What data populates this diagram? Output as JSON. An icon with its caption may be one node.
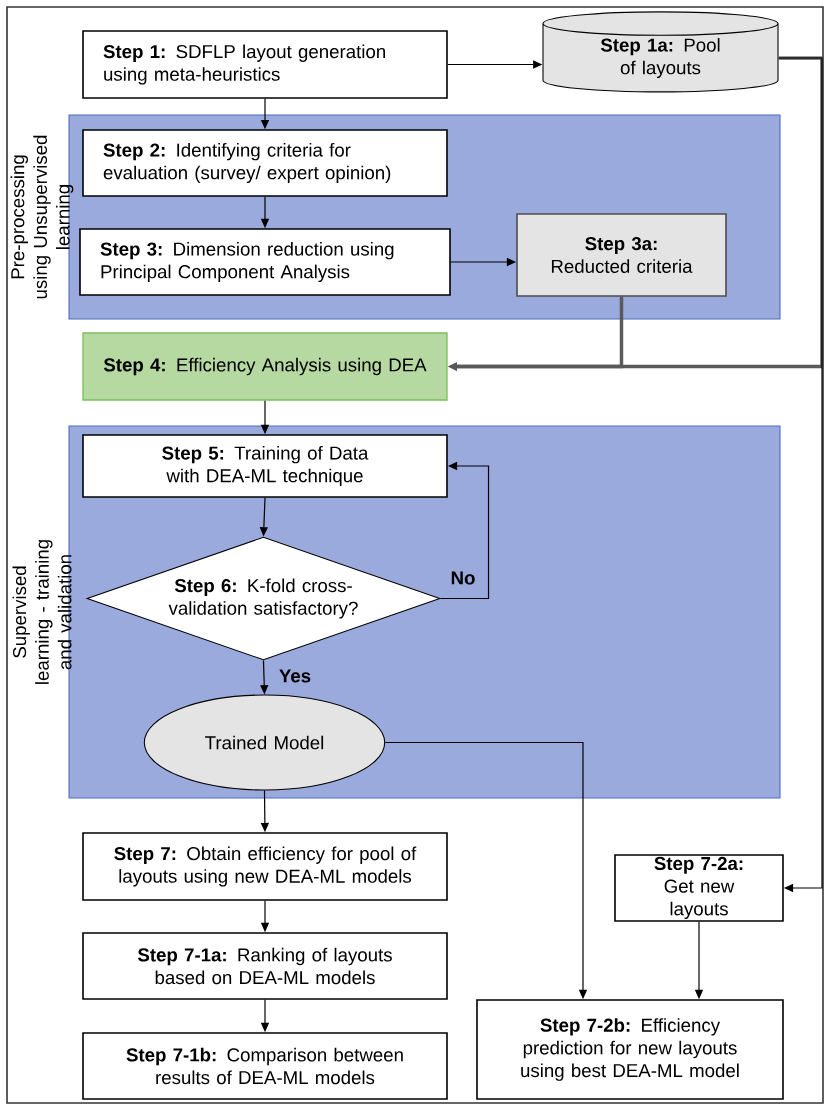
{
  "diagram": {
    "nodes": [
      {
        "text": [
          "**Step 1:** SDFLP layout generation using meta-heuristics"
        ]
      },
      {
        "text": [
          "**Step 1a:** Pool of layouts"
        ]
      },
      {
        "text": [
          "Pre-processing using Unsupervised learning"
        ]
      },
      {
        "text": [
          "**Step 2:** Identifying criteria for evaluation (survey/ expert opinion)"
        ],
        "in": 2
      },
      {
        "text": [
          "**Step 3:** Dimension reduction using Principal Component Analysis"
        ],
        "in": 2
      },
      {
        "text": [
          "**Step 3a:** Reducted criteria"
        ],
        "in": 2
      },
      {
        "text": [
          "**Step 4:** Efficiency Analysis using DEA"
        ]
      },
      {
        "text": [
          "Supervised learning - training and validation"
        ]
      },
      {
        "text": [
          "**Step 5:** Training of Data with DEA-ML technique"
        ],
        "in": 7
      },
      {
        "text": [
          "**Step 6:** K-fold cross-validation satisfactory?"
        ],
        "in": 7
      },
      {
        "text": [
          "Trained Model"
        ],
        "in": 7
      },
      {
        "text": [
          "**Step 7:** Obtain efficiency for pool of layouts using new DEA-ML models"
        ]
      },
      {
        "text": [
          "**Step 7-2a:** Get new layouts"
        ]
      },
      {
        "text": [
          "**Step 7-1a:** Ranking of layouts based on DEA-ML models"
        ]
      },
      {
        "text": [
          "**Step 7-2b:** Efficiency prediction for new layouts using best DEA-ML model"
        ]
      },
      {
        "text": [
          "**Step 7-1b:** Comparison between results of DEA-ML models"
        ]
      }
    ],
    "edges": [
      {
        "from": 0,
        "to": 1,
        "arrow": "to"
      },
      {
        "from": 0,
        "to": 3,
        "arrow": "to"
      },
      {
        "from": 3,
        "to": 4,
        "arrow": "to"
      },
      {
        "from": 4,
        "to": 5,
        "arrow": "to"
      },
      {
        "from": 5,
        "to": 6,
        "arrow": "to",
        "style": "thick",
        "color": "#595959"
      },
      {
        "from": 1,
        "to": 6,
        "arrow": "to",
        "style": "thick",
        "color": "#595959"
      },
      {
        "from": 1,
        "to": 12,
        "arrow": "to"
      },
      {
        "from": 6,
        "to": 8,
        "arrow": "to"
      },
      {
        "from": 8,
        "to": 9,
        "arrow": "to"
      },
      {
        "from": 9,
        "to": 8,
        "arrow": "to",
        "label": "No"
      },
      {
        "from": 9,
        "to": 10,
        "arrow": "to",
        "label": "Yes"
      },
      {
        "from": 10,
        "to": 11,
        "arrow": "to"
      },
      {
        "from": 10,
        "to": 14,
        "arrow": "to"
      },
      {
        "from": 11,
        "to": 13,
        "arrow": "to"
      },
      {
        "from": 13,
        "to": 15,
        "arrow": "to"
      },
      {
        "from": 12,
        "to": 14,
        "arrow": "to"
      }
    ]
  }
}
